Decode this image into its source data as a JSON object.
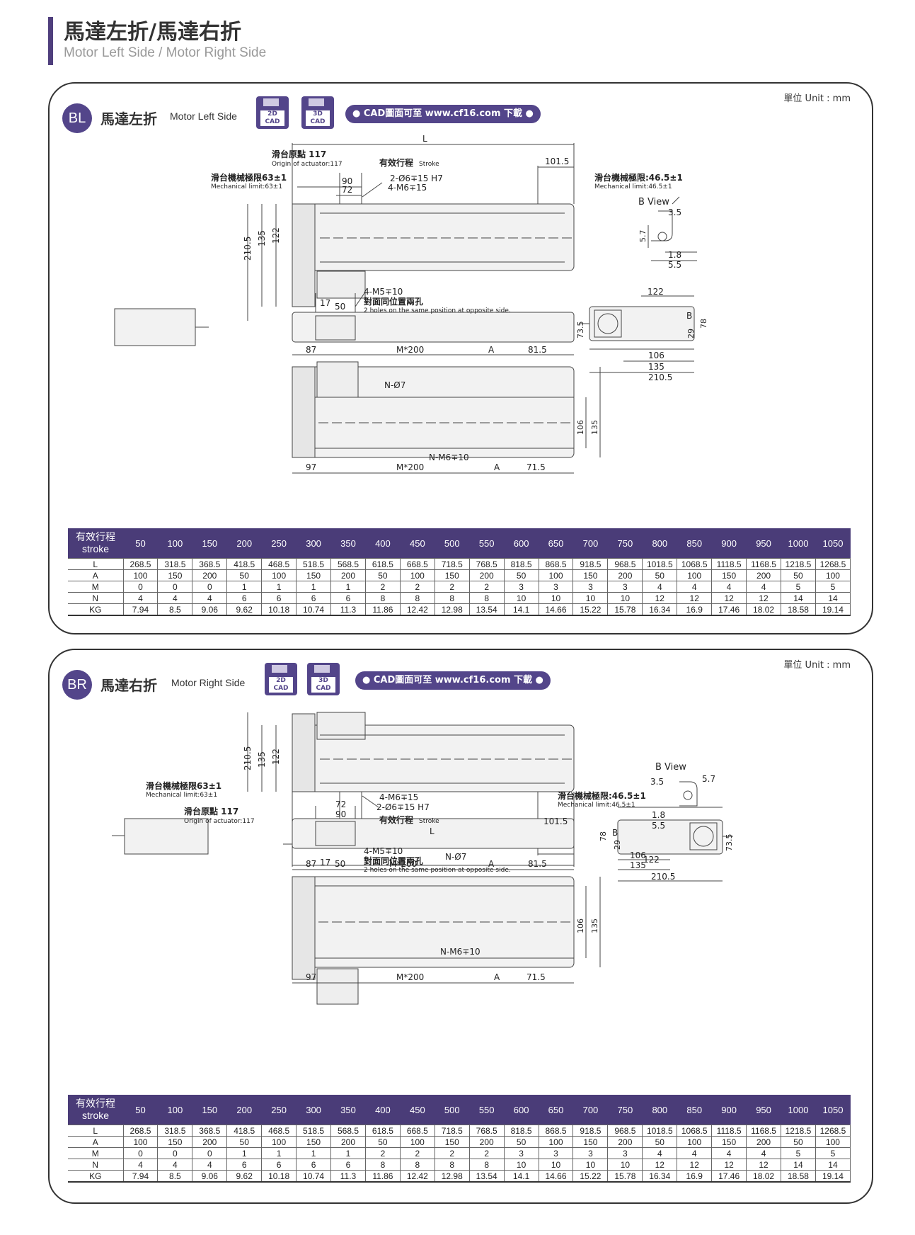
{
  "header": {
    "title": "馬達左折/馬達右折",
    "subtitle": "Motor Left Side / Motor Right Side"
  },
  "sections": [
    {
      "badge": "BL",
      "title_zh": "馬達左折",
      "title_en": "Motor Left Side",
      "unit": "單位 Unit : mm",
      "cad2d": "2D CAD",
      "cad3d": "3D CAD",
      "cad_link": "● CAD圖面可至 www.cf16.com 下載 ●",
      "labels": {
        "L": "L",
        "origin_zh": "滑台原點 117",
        "origin_en": "Origin of actuator:117",
        "stroke_zh": "有效行程",
        "stroke_en": "Stroke",
        "d1015": "101.5",
        "mech_left_zh": "滑台機械極限63±1",
        "mech_left_en": "Mechanical limit:63±1",
        "mech_right_zh": "滑台機械極限:46.5±1",
        "mech_right_en": "Mechanical limit:46.5±1",
        "d90": "90",
        "d72": "72",
        "hole1": "2-Ø6∓15 H7",
        "hole2": "4-M6∓15",
        "d2105": "210.5",
        "d135": "135",
        "d122": "122",
        "bview": "B View",
        "d35": "3.5",
        "d57": "5.7",
        "d18": "1.8",
        "d55": "5.5",
        "m5": "4-M5∓10",
        "opp_zh": "對面同位置兩孔",
        "opp_en": "2 holes on the same position at opposite side.",
        "d17": "17",
        "d50": "50",
        "d735": "73.5",
        "d78": "78",
        "d29": "29",
        "d106": "106",
        "B": "B",
        "d87": "87",
        "m200": "M*200",
        "A": "A",
        "d815": "81.5",
        "n7": "N-Ø7",
        "nm6": "N-M6∓10",
        "d97": "97",
        "d715": "71.5"
      }
    },
    {
      "badge": "BR",
      "title_zh": "馬達右折",
      "title_en": "Motor Right Side",
      "unit": "單位 Unit : mm",
      "cad2d": "2D CAD",
      "cad3d": "3D CAD",
      "cad_link": "● CAD圖面可至 www.cf16.com 下載 ●",
      "labels": {
        "L": "L",
        "origin_zh": "滑台原點 117",
        "origin_en": "Origin of actuator:117",
        "stroke_zh": "有效行程",
        "stroke_en": "Stroke",
        "d1015": "101.5",
        "mech_left_zh": "滑台機械極限63±1",
        "mech_left_en": "Mechanical limit:63±1",
        "mech_right_zh": "滑台機械極限:46.5±1",
        "mech_right_en": "Mechanical limit:46.5±1",
        "d90": "90",
        "d72": "72",
        "hole1": "2-Ø6∓15 H7",
        "hole2": "4-M6∓15",
        "d2105": "210.5",
        "d135": "135",
        "d122": "122",
        "bview": "B View",
        "d35": "3.5",
        "d57": "5.7",
        "d18": "1.8",
        "d55": "5.5",
        "m5": "4-M5∓10",
        "opp_zh": "對面同位置兩孔",
        "opp_en": "2 holes on the same position at opposite side.",
        "d17": "17",
        "d50": "50",
        "d735": "73.5",
        "d78": "78",
        "d29": "29",
        "d106": "106",
        "B": "B",
        "d87": "87",
        "m200": "M*200",
        "A": "A",
        "d815": "81.5",
        "n7": "N-Ø7",
        "nm6": "N-M6∓10",
        "d97": "97",
        "d715": "71.5"
      }
    }
  ],
  "table": {
    "header_zh": "有效行程",
    "header_en": "stroke",
    "columns": [
      "50",
      "100",
      "150",
      "200",
      "250",
      "300",
      "350",
      "400",
      "450",
      "500",
      "550",
      "600",
      "650",
      "700",
      "750",
      "800",
      "850",
      "900",
      "950",
      "1000",
      "1050"
    ],
    "rows": [
      {
        "label": "L",
        "values": [
          "268.5",
          "318.5",
          "368.5",
          "418.5",
          "468.5",
          "518.5",
          "568.5",
          "618.5",
          "668.5",
          "718.5",
          "768.5",
          "818.5",
          "868.5",
          "918.5",
          "968.5",
          "1018.5",
          "1068.5",
          "1118.5",
          "1168.5",
          "1218.5",
          "1268.5"
        ]
      },
      {
        "label": "A",
        "values": [
          "100",
          "150",
          "200",
          "50",
          "100",
          "150",
          "200",
          "50",
          "100",
          "150",
          "200",
          "50",
          "100",
          "150",
          "200",
          "50",
          "100",
          "150",
          "200",
          "50",
          "100"
        ]
      },
      {
        "label": "M",
        "values": [
          "0",
          "0",
          "0",
          "1",
          "1",
          "1",
          "1",
          "2",
          "2",
          "2",
          "2",
          "3",
          "3",
          "3",
          "3",
          "4",
          "4",
          "4",
          "4",
          "5",
          "5"
        ]
      },
      {
        "label": "N",
        "values": [
          "4",
          "4",
          "4",
          "6",
          "6",
          "6",
          "6",
          "8",
          "8",
          "8",
          "8",
          "10",
          "10",
          "10",
          "10",
          "12",
          "12",
          "12",
          "12",
          "14",
          "14"
        ]
      },
      {
        "label": "KG",
        "values": [
          "7.94",
          "8.5",
          "9.06",
          "9.62",
          "10.18",
          "10.74",
          "11.3",
          "11.86",
          "12.42",
          "12.98",
          "13.54",
          "14.1",
          "14.66",
          "15.22",
          "15.78",
          "16.34",
          "16.9",
          "17.46",
          "18.02",
          "18.58",
          "19.14"
        ]
      }
    ]
  }
}
